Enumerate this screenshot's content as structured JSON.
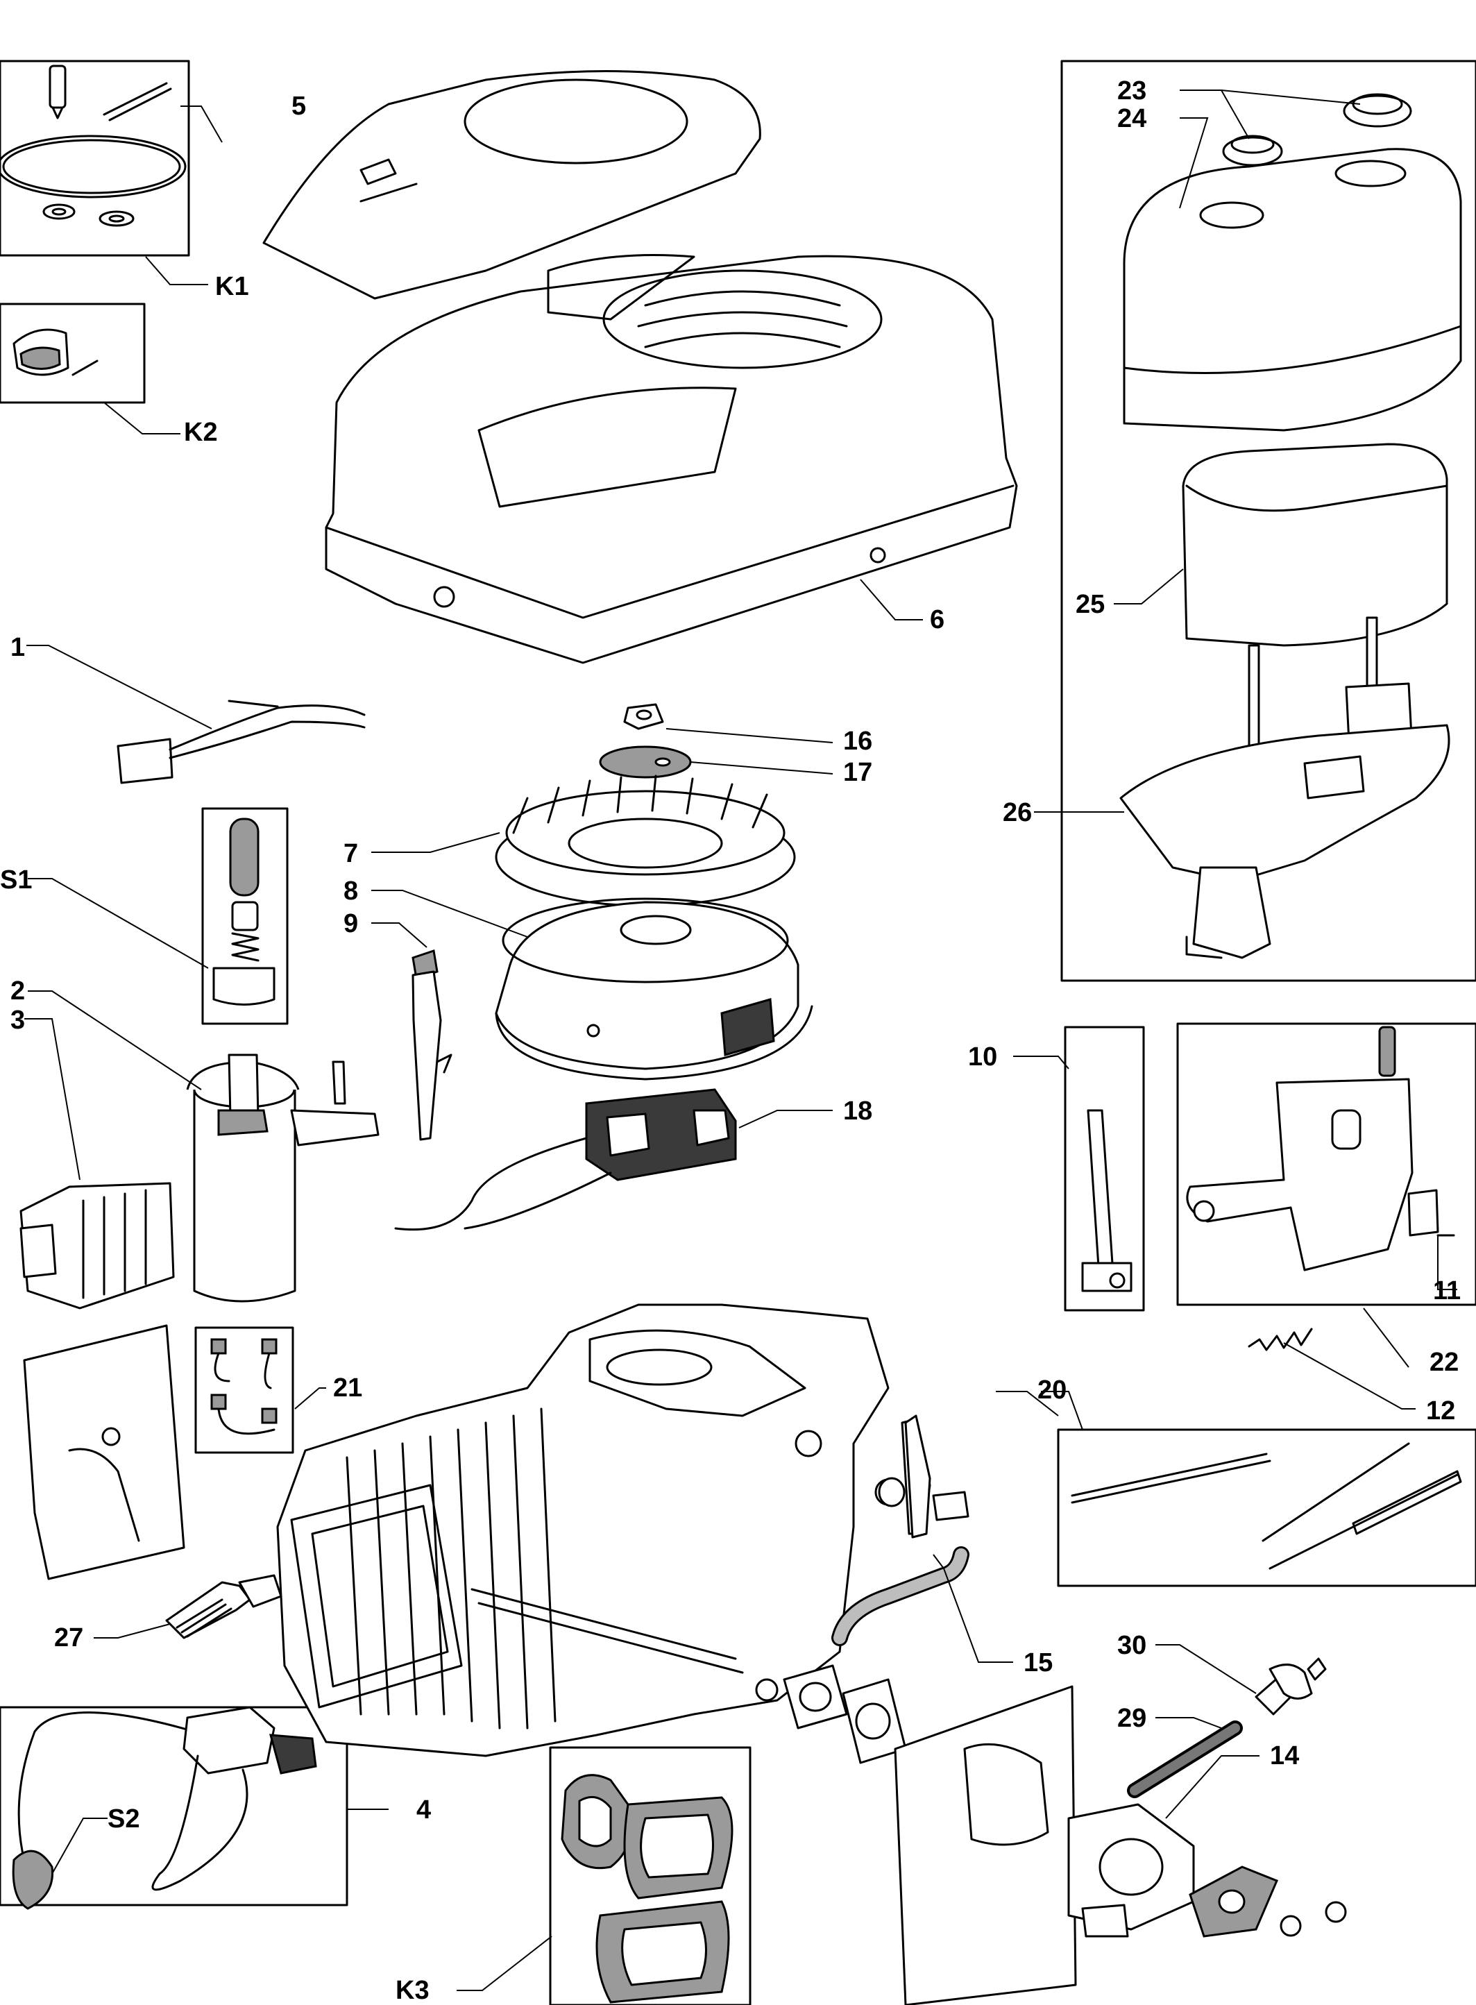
{
  "diagram": {
    "callouts": {
      "c1": "1",
      "c2": "2",
      "c3": "3",
      "c4": "4",
      "c5": "5",
      "c6": "6",
      "c7": "7",
      "c8": "8",
      "c9": "9",
      "c10": "10",
      "c11": "11",
      "c12": "12",
      "c14": "14",
      "c15": "15",
      "c16": "16",
      "c17": "17",
      "c18": "18",
      "c20": "20",
      "c21": "21",
      "c22": "22",
      "c23": "23",
      "c24": "24",
      "c25": "25",
      "c26": "26",
      "c27": "27",
      "c29": "29",
      "c30": "30",
      "k1": "K1",
      "k2": "K2",
      "k3": "K3",
      "s1": "S1",
      "s2": "S2"
    }
  }
}
